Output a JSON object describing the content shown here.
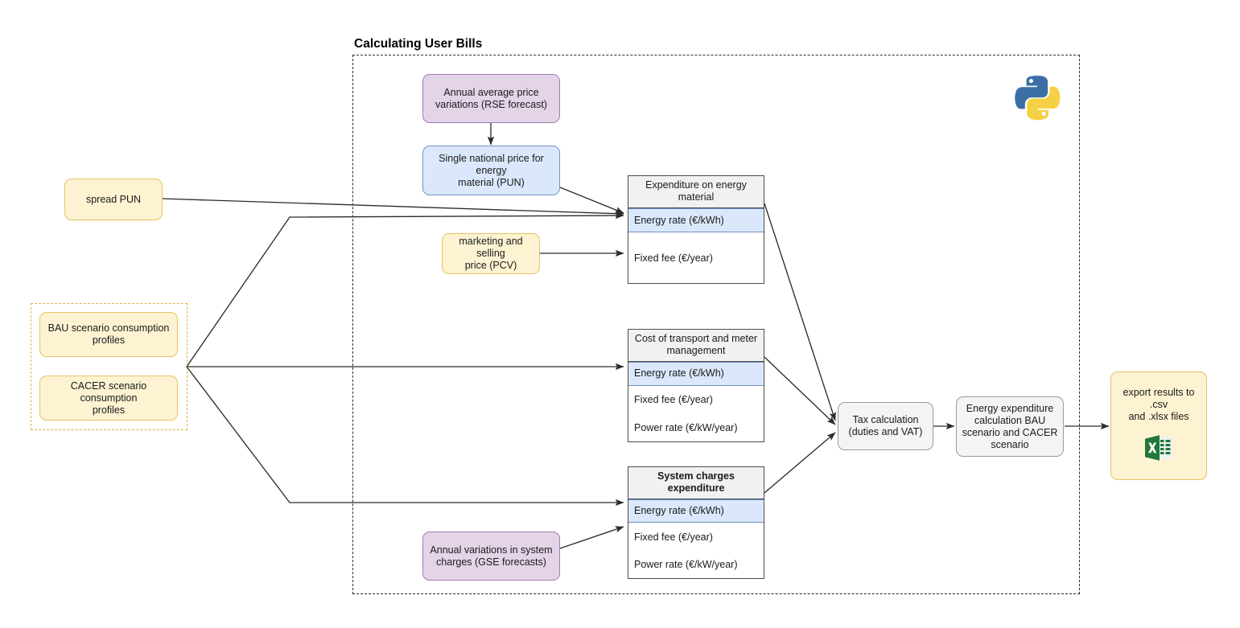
{
  "diagram": {
    "title": "Calculating User Bills",
    "colors": {
      "yellow_fill": "#fdf3d2",
      "yellow_stroke": "#e5c365",
      "purple_fill": "#e4d4e8",
      "purple_stroke": "#a07cb0",
      "blue_fill": "#dbe8fb",
      "blue_stroke": "#7294c4",
      "grey_fill": "#f4f4f4",
      "grey_stroke": "#9a9a9a",
      "edge": "#2b2b2b",
      "table_header_fill": "#f1f1f1",
      "highlight_row_fill": "#dbe8fb",
      "highlight_row_stroke": "#6c8ebf",
      "excel_green": "#21773c",
      "python_blue": "#3a6fa5",
      "python_yellow": "#f6d044"
    }
  },
  "nodes": {
    "spread_pun": "spread PUN",
    "bau_profiles": "BAU scenario consumption\nprofiles",
    "cacer_profiles": "CACER scenario consumption\nprofiles",
    "rse_forecast": "Annual average price\nvariations (RSE forecast)",
    "pun": "Single national price for energy\nmaterial (PUN)",
    "pcv": "marketing and selling\nprice (PCV)",
    "gse_forecast": "Annual variations in system\ncharges (GSE forecasts)",
    "tax_calculation": "Tax calculation\n(duties and VAT)",
    "energy_expenditure": "Energy expenditure\ncalculation BAU\nscenario and CACER\nscenario",
    "export_results": "export results to .csv\nand .xlsx files"
  },
  "tables": [
    {
      "id": "expenditure-energy-material",
      "header": "Expenditure on energy material",
      "header_bold": false,
      "rows": [
        {
          "label": "Energy rate (€/kWh)",
          "highlight": true
        },
        {
          "label": "Fixed fee (€/year)",
          "highlight": false
        }
      ]
    },
    {
      "id": "cost-transport-meter",
      "header": "Cost of transport and meter management",
      "header_bold": false,
      "rows": [
        {
          "label": "Energy rate (€/kWh)",
          "highlight": true
        },
        {
          "label": "Fixed fee (€/year)",
          "highlight": false
        },
        {
          "label": "Power rate (€/kW/year)",
          "highlight": false
        }
      ]
    },
    {
      "id": "system-charges-expenditure",
      "header": "System charges expenditure",
      "header_bold": true,
      "rows": [
        {
          "label": "Energy rate (€/kWh)",
          "highlight": true
        },
        {
          "label": "Fixed fee (€/year)",
          "highlight": false
        },
        {
          "label": "Power rate (€/kW/year)",
          "highlight": false
        }
      ]
    }
  ],
  "icons": {
    "python": "python-logo-icon",
    "excel": "excel-file-icon"
  }
}
